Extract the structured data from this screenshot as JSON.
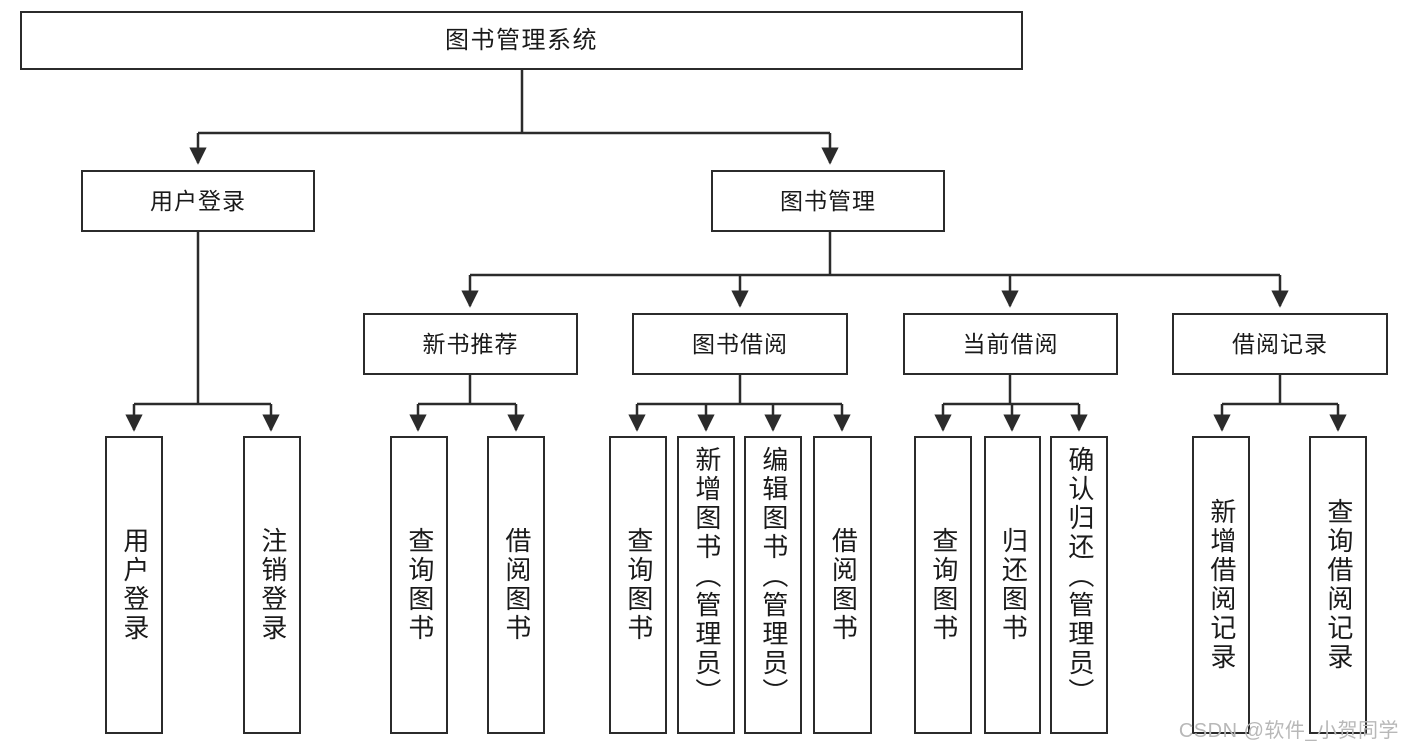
{
  "diagram": {
    "title": "图书管理系统",
    "watermark": "CSDN @软件_小贺同学",
    "colors": {
      "stroke": "#2b2b2b",
      "fill": "#ffffff",
      "text": "#1a1a1a",
      "watermark": "#b8b8b8"
    },
    "root": {
      "label": "图书管理系统"
    },
    "level2": [
      {
        "label": "用户登录"
      },
      {
        "label": "图书管理"
      }
    ],
    "level3": [
      {
        "label": "新书推荐"
      },
      {
        "label": "图书借阅"
      },
      {
        "label": "当前借阅"
      },
      {
        "label": "借阅记录"
      }
    ],
    "leaves": {
      "user_login": [
        {
          "label": "用户登录"
        },
        {
          "label": "注销登录"
        }
      ],
      "new_book": [
        {
          "label": "查询图书"
        },
        {
          "label": "借阅图书"
        }
      ],
      "borrow": [
        {
          "label": "查询图书"
        },
        {
          "label": "新增图书（管理员）"
        },
        {
          "label": "编辑图书（管理员）"
        },
        {
          "label": "借阅图书"
        }
      ],
      "current": [
        {
          "label": "查询图书"
        },
        {
          "label": "归还图书"
        },
        {
          "label": "确认归还（管理员）"
        }
      ],
      "records": [
        {
          "label": "新增借阅记录"
        },
        {
          "label": "查询借阅记录"
        }
      ]
    }
  }
}
